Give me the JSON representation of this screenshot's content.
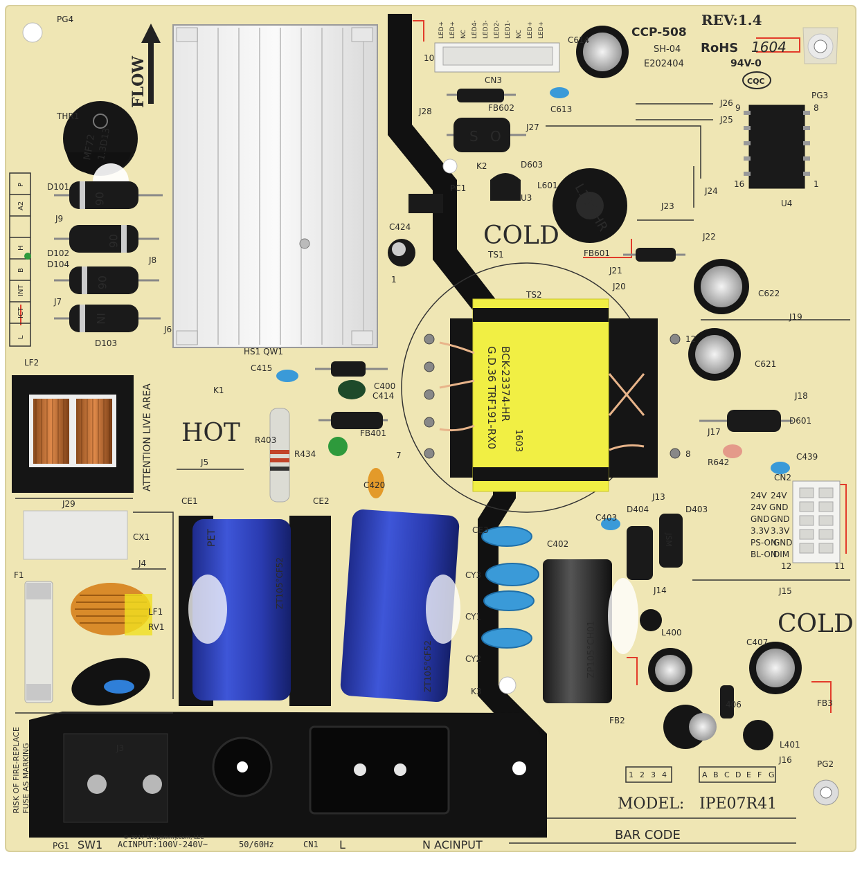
{
  "board": {
    "pcb_color": "#efe6b4",
    "trace_color": "#111111",
    "silk_color": "#2a2a2a",
    "marker_color": "#e23b2a",
    "rev": "REV:1.4",
    "ccp": "CCP-508",
    "sh": "SH-04",
    "rohs": "RoHS",
    "date_code": "1604",
    "e_code": "E202404",
    "ul_rating": "94V-0",
    "cqc": "CQC",
    "model": "MODEL:",
    "model_number": "IPE07R41",
    "bar_code": "BAR CODE",
    "hot": "HOT",
    "cold_top": "COLD",
    "cold_bottom": "COLD",
    "flow": "FLOW",
    "attention": "ATTENTION LIVE AREA",
    "fuse_warning_1": "RISK OF FIRE-REPLACE",
    "fuse_warning_2": "FUSE AS MARKING",
    "ac_input": "ACINPUT:100V-240V~",
    "frequency": "50/60Hz",
    "cn1": "CN1",
    "l": "L",
    "n_acinput": "N ACINPUT",
    "sw1": "SW1",
    "copyright": "© 2017 ShopJimmy.com, LLC"
  },
  "connector_pins": [
    "LED+",
    "LED+",
    "NC",
    "LED4-",
    "LED3-",
    "LED2-",
    "LED1-",
    "NC",
    "LED+",
    "LED+"
  ],
  "output_pins": [
    {
      "left": "24V",
      "right": "24V"
    },
    {
      "left": "24V",
      "right": "GND"
    },
    {
      "left": "GND",
      "right": "GND"
    },
    {
      "left": "3.3V",
      "right": "3.3V"
    },
    {
      "left": "PS-ON",
      "right": "GND"
    },
    {
      "left": "BL-ON",
      "right": "DIM"
    }
  ],
  "jumper_table": [
    "P",
    "A2",
    "",
    "H",
    "B",
    "INT",
    "ICT",
    "L"
  ],
  "grid_numbers": [
    "1",
    "2",
    "3",
    "4"
  ],
  "grid_letters": [
    "A",
    "B",
    "C",
    "D",
    "E",
    "F",
    "G"
  ],
  "refs": {
    "pg4": "PG4",
    "pg3": "PG3",
    "pg2": "PG2",
    "pg1": "PG1",
    "thr1": "THR1",
    "thermistor_1": "MF72",
    "thermistor_2": "1.3D13",
    "d101": "D101",
    "d102": "D102",
    "d104": "D104",
    "d103": "D103",
    "j9": "J9",
    "j8": "J8",
    "j7": "J7",
    "j6": "J6",
    "diode_mark_1": "06",
    "diode_mark_2": "06",
    "diode_mark_3": "06",
    "diode_mark_4": "IN",
    "hs1": "HS1 QW1",
    "lf2": "LF2",
    "k1": "K1",
    "c415": "C415",
    "c400": "C400",
    "c414": "C414",
    "fb401": "FB401",
    "r403": "R403",
    "r434": "R434",
    "c420": "C420",
    "j5": "J5",
    "j29": "J29",
    "cx1": "CX1",
    "j4": "J4",
    "f1": "F1",
    "lf1": "LF1",
    "rv1": "RV1",
    "ce1": "CE1",
    "ce2": "CE2",
    "ce3": "CE3",
    "cy3": "CY3",
    "cy1": "CY1",
    "cy2": "CY2",
    "k3": "K3",
    "j3": "J3",
    "cap_pet": "PET",
    "cap_rating_1": "ZT105°CF52",
    "cap_rating_2": "ZT105°CF52",
    "cap_rating_3": "ZP105°CH01",
    "cn3": "CN3",
    "cn3_pin": "10",
    "j28": "J28",
    "fb602": "FB602",
    "c613": "C613",
    "c614": "C614",
    "j27": "J27",
    "k2": "K2",
    "d603": "D603",
    "pc1": "PC1",
    "u3": "U3",
    "c424": "C424",
    "l601": "L601",
    "inductor_mark": "L15P HR",
    "ts1": "TS1",
    "ts2": "TS2",
    "transformer_1": "G.D.36 TRF191-RX0",
    "transformer_2": "BCK-23374-HR",
    "transformer_3": "1603",
    "j26": "J26",
    "j25": "J25",
    "j23": "J23",
    "j24": "J24",
    "j22": "J22",
    "fb601": "FB601",
    "j21": "J21",
    "j20": "J20",
    "c622": "C622",
    "c621": "C621",
    "j19": "J19",
    "u4": "U4",
    "u4_pin9": "9",
    "u4_pin8": "8",
    "u4_pin16": "16",
    "u4_pin1": "1",
    "j18": "J18",
    "j17": "J17",
    "d601": "D601",
    "r642": "R642",
    "c439": "C439",
    "cn2": "CN2",
    "cn2_pin12": "12",
    "cn2_pin11": "11",
    "c403": "C403",
    "d404": "D404",
    "j13": "J13",
    "d403": "D403",
    "c402": "C402",
    "j14": "J14",
    "j15": "J15",
    "l400": "L400",
    "fb2": "FB2",
    "c407": "C407",
    "fb3": "FB3",
    "d406": "406",
    "l401": "L401",
    "j16": "J16",
    "pin_12": "12",
    "pin_8": "8",
    "pin_1": "1",
    "pin_7": "7",
    "diode_s": "S",
    "diode_o": "O",
    "jsm": "JSM"
  }
}
